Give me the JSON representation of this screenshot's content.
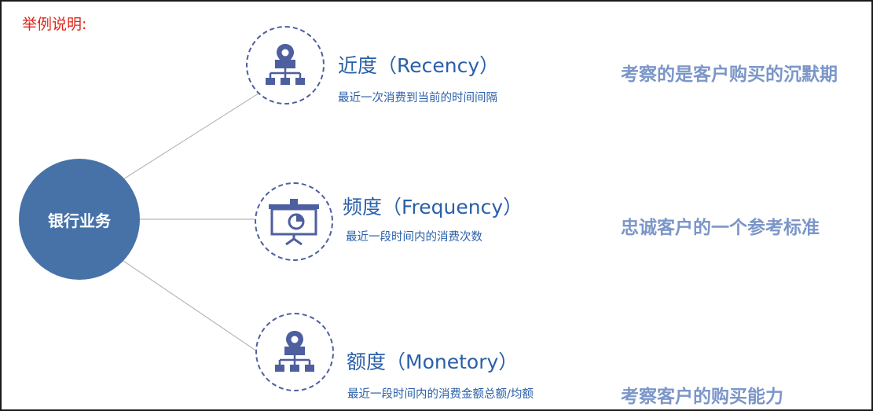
{
  "header": {
    "example_label": "举例说明:"
  },
  "hub": {
    "label": "银行业务"
  },
  "colors": {
    "hub": "#4672a8",
    "icon": "#4e5fa0",
    "title_text": "#2a5fa8",
    "note_text": "#7b96c8",
    "label_red": "#e0251b"
  },
  "nodes": [
    {
      "icon": "hierarchy-pin-icon",
      "title": "近度（Recency）",
      "description": "最近一次消费到当前的时间间隔",
      "note": "考察的是客户购买的沉默期"
    },
    {
      "icon": "presentation-chart-icon",
      "title": "频度（Frequency）",
      "description": "最近一段时间内的消费次数",
      "note": "忠诚客户的一个参考标准"
    },
    {
      "icon": "hierarchy-pin-icon",
      "title": "额度（Monetory）",
      "description": "最近一段时间内的消费金额总额/均额",
      "note": "考察客户的购买能力"
    }
  ]
}
